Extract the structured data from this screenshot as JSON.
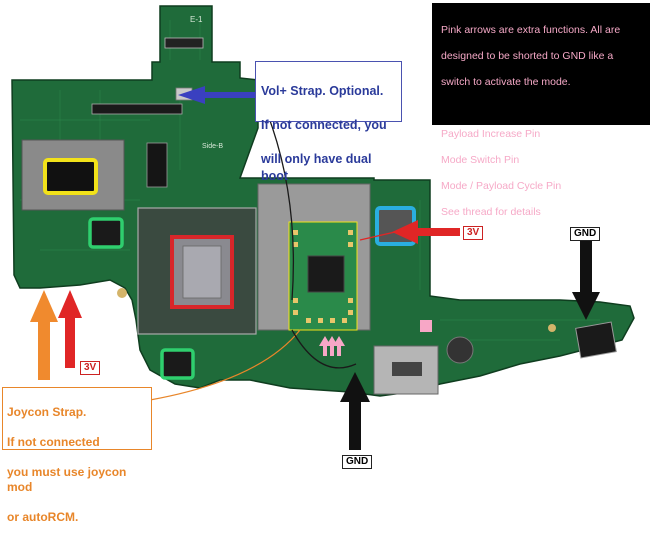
{
  "notes": {
    "extra_functions": {
      "lines": [
        "Pink arrows are extra functions. All are",
        "designed to be shorted to GND like a",
        "switch to activate the mode.",
        "",
        "Payload Increase Pin",
        "Mode Switch Pin",
        "Mode / Payload Cycle Pin",
        "See thread for details"
      ]
    },
    "volplus": {
      "lines": [
        "Vol+ Strap. Optional.",
        "If not connected, you",
        "will only have dual boot"
      ]
    },
    "joycon": {
      "lines": [
        "Joycon Strap.",
        "If not connected",
        "you must use joycon mod",
        "or autoRCM."
      ]
    }
  },
  "tags": {
    "three_v_right": "3V",
    "three_v_left": "3V",
    "gnd_right": "GND",
    "gnd_bottom": "GND"
  },
  "colors": {
    "board": "#1f6b3a",
    "arrow_blue": "#3a40c0",
    "arrow_red": "#e02626",
    "arrow_orange": "#f08a2e",
    "arrow_black": "#111111",
    "arrow_pink": "#f7a7c6",
    "highlight_yellow": "#f2e21a",
    "highlight_red": "#d8262a",
    "highlight_blue": "#2aaee0",
    "highlight_green": "#2fcf6e"
  },
  "board_silkscreen": {
    "top_label": "E-1",
    "mid_label": "Side-B"
  }
}
